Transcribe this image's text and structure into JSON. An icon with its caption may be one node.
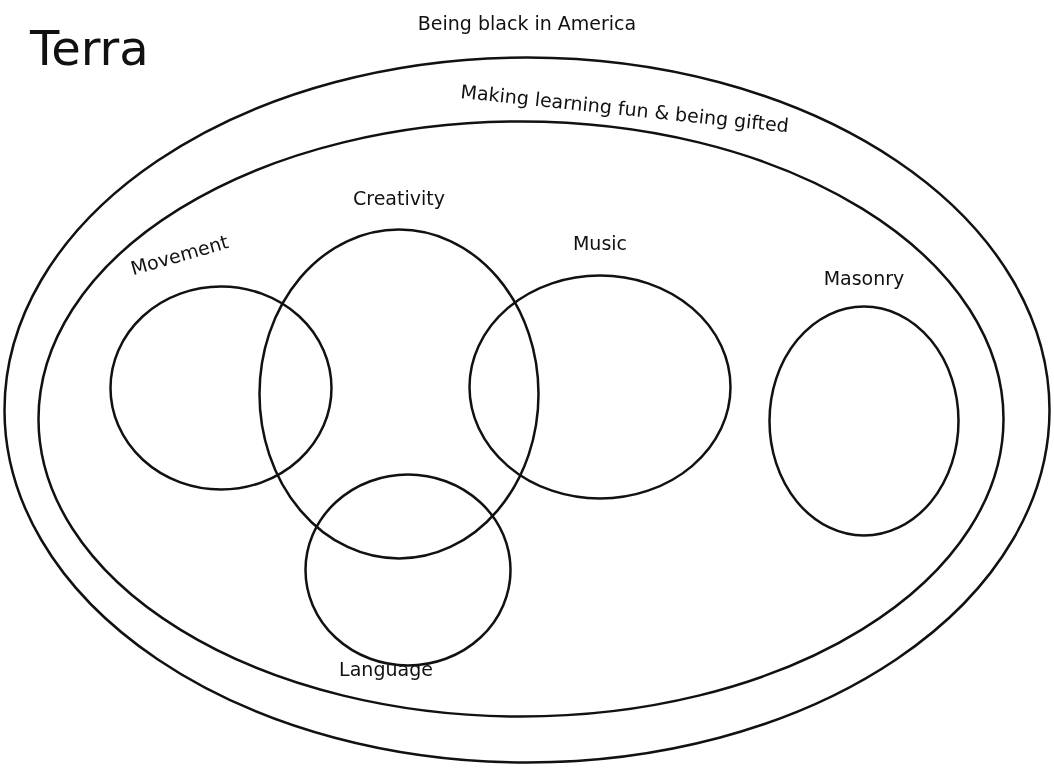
{
  "diagram": {
    "title": "Terra",
    "nodes": [
      {
        "text": [
          "Being black in America"
        ]
      },
      {
        "text": [
          "Making learning fun & being gifted"
        ],
        "in": 0
      },
      {
        "text": [
          "Creativity"
        ],
        "in": 1
      },
      {
        "text": [
          "Music"
        ],
        "in": 1
      },
      {
        "text": [
          "Movement"
        ],
        "in": 1
      },
      {
        "text": [
          "Masonry"
        ],
        "in": 1
      },
      {
        "text": [
          "Language"
        ],
        "in": 1
      }
    ],
    "edges": []
  }
}
